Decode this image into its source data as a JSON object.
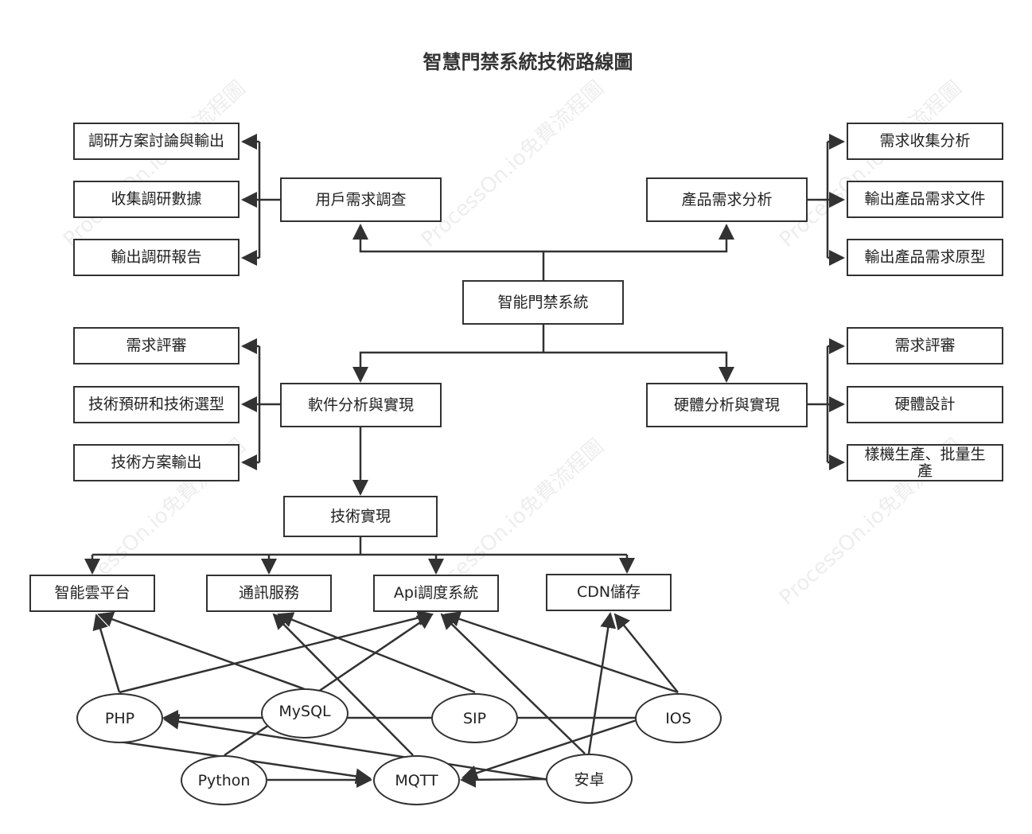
{
  "title": "智慧門禁系統技術路線圖",
  "watermark": "ProcessOn.io免費流程圖",
  "nodes": {
    "root": "智能門禁系統",
    "user_research": "用戶需求調查",
    "product_analysis": "產品需求分析",
    "software": "軟件分析與實現",
    "hardware": "硬體分析與實現",
    "tech_impl": "技術實現",
    "ur_1": "調研方案討論與輸出",
    "ur_2": "收集調研數據",
    "ur_3": "輸出調研報告",
    "pa_1": "需求收集分析",
    "pa_2": "輸出產品需求文件",
    "pa_3": "輸出產品需求原型",
    "sw_1": "需求評審",
    "sw_2": "技術預研和技術選型",
    "sw_3": "技術方案輸出",
    "hw_1": "需求評審",
    "hw_2": "硬體設計",
    "hw_3": "樣機生產、批量生產",
    "cloud": "智能雲平台",
    "comm": "通訊服務",
    "api": "Api調度系統",
    "cdn": "CDN儲存"
  },
  "tech": {
    "php": "PHP",
    "mysql": "MySQL",
    "sip": "SIP",
    "ios": "IOS",
    "python": "Python",
    "mqtt": "MQTT",
    "android": "安卓"
  },
  "colors": {
    "line": "#323232",
    "text": "#222222"
  }
}
